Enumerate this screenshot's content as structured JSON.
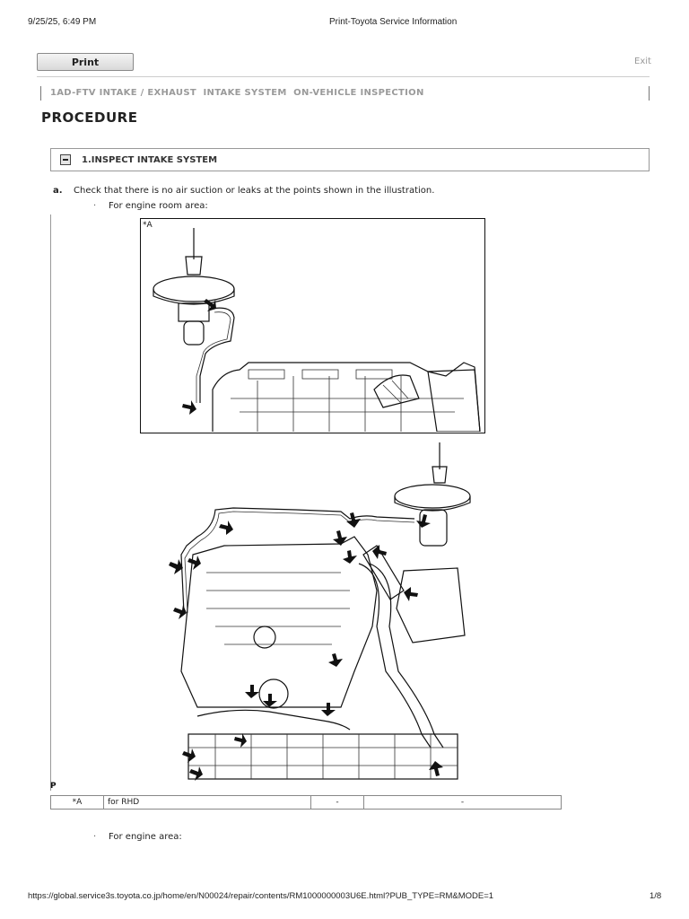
{
  "browser": {
    "datetime": "9/25/25, 6:49 PM",
    "tab_title": "Print-Toyota Service Information",
    "url": "https://global.service3s.toyota.co.jp/home/en/N00024/repair/contents/RM1000000003U6E.html?PUB_TYPE=RM&MODE=1",
    "page_count": "1/8"
  },
  "toolbar": {
    "print_label": "Print",
    "exit_label": "Exit"
  },
  "breadcrumb": "1AD-FTV INTAKE / EXHAUST  INTAKE SYSTEM  ON-VEHICLE INSPECTION",
  "page_title": "PROCEDURE",
  "section": {
    "title": "1.INSPECT INTAKE SYSTEM",
    "toggle_icon": "minus-box-icon"
  },
  "step": {
    "label": "a.",
    "text": "Check that there is no air suction or leaks at the points shown in the illustration.",
    "bullet": "·",
    "sub1": "For engine room area:",
    "sub2": "For engine area:"
  },
  "figure": {
    "label": "*A",
    "corner_label": "P"
  },
  "legend": {
    "rows": [
      [
        "*A",
        "for RHD",
        "-",
        "-"
      ]
    ]
  }
}
